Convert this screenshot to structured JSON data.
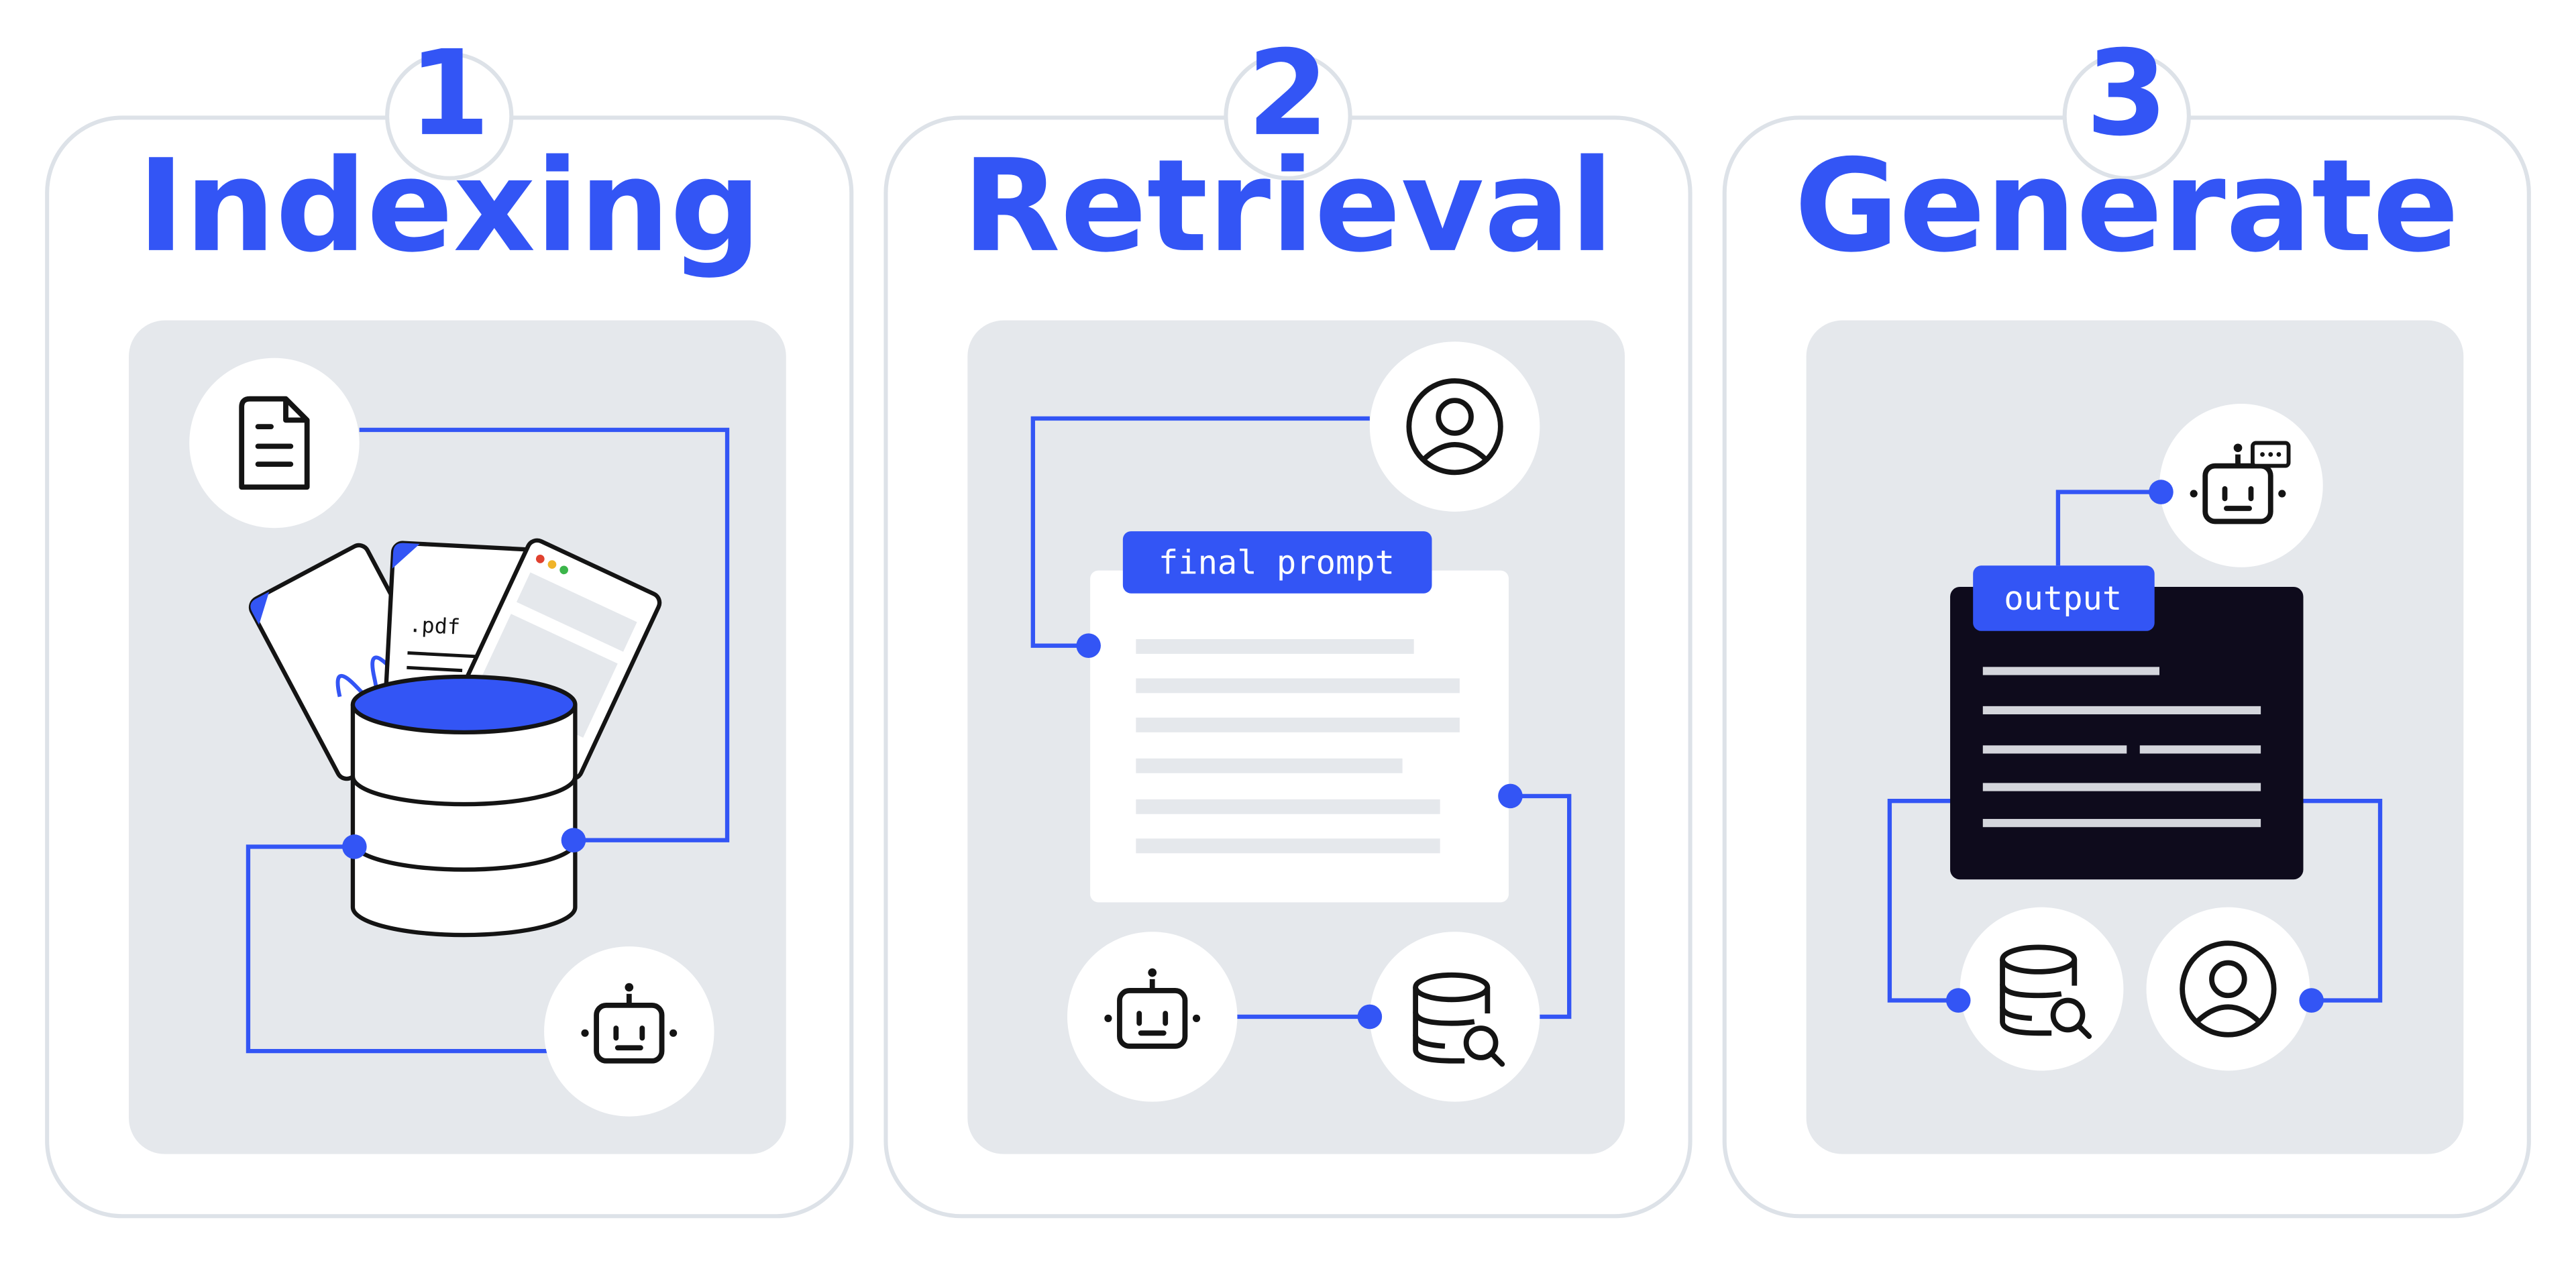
{
  "colors": {
    "accent": "#3355f5",
    "panel": "#e5e8ec",
    "frame": "#dde2e8",
    "ink": "#141414",
    "dark_window": "#0e0b1c"
  },
  "steps": [
    {
      "number": "1",
      "title": "Indexing"
    },
    {
      "number": "2",
      "title": "Retrieval"
    },
    {
      "number": "3",
      "title": "Generate"
    }
  ],
  "indexing": {
    "doc_icon": "document-icon",
    "file_label": ".pdf",
    "store_icon": "database-icon",
    "model_icon": "robot-icon"
  },
  "retrieval": {
    "prompt_label": "final prompt",
    "user_icon": "user-icon",
    "model_icon": "robot-icon",
    "search_icon": "database-search-icon"
  },
  "generate": {
    "output_label": "output",
    "model_icon": "robot-chat-icon",
    "search_icon": "database-search-icon",
    "user_icon": "user-icon"
  }
}
